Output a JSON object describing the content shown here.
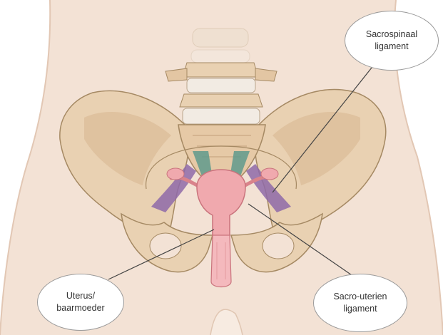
{
  "labels": {
    "sacrospinaal": "Sacrospinaal\nligament",
    "uterus": "Uterus/\nbaarmoeder",
    "sacro_uterien": "Sacro-uterien\nligament"
  },
  "colors": {
    "skin": "#f3e2d5",
    "bone": "#e9d1b2",
    "bone_shadow": "#c9a882",
    "bone_outline": "#a58963",
    "disc": "#f2ebe3",
    "ligament_teal": "#5f9a8c",
    "ligament_purple": "#8e6aa8",
    "uterus": "#f0a9ae",
    "uterus_dark": "#d9838b",
    "leader_line": "#444444"
  }
}
